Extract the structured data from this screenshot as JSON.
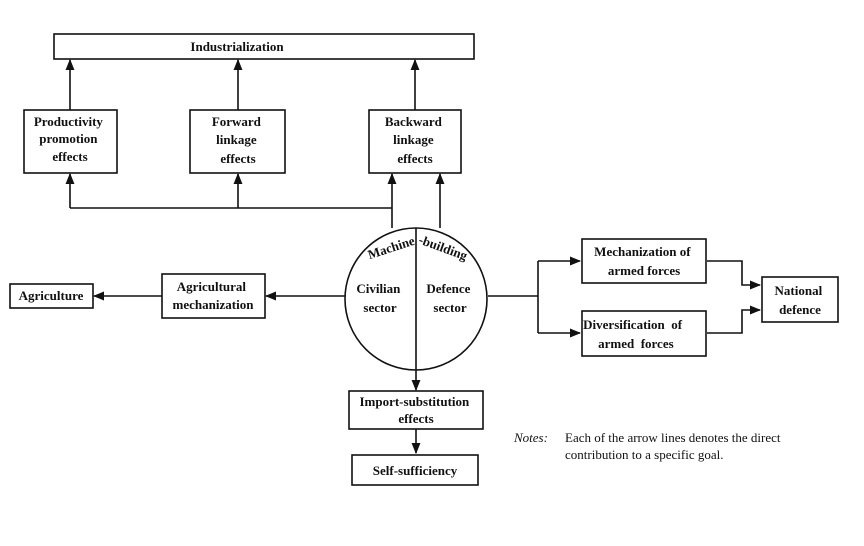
{
  "nodes": {
    "industrialization": {
      "lines": [
        "Industrialization"
      ]
    },
    "productivity": {
      "lines": [
        "Productivity",
        "promotion",
        "effects"
      ]
    },
    "forward": {
      "lines": [
        "Forward",
        "linkage",
        "effects"
      ]
    },
    "backward": {
      "lines": [
        "Backward",
        "linkage",
        "effects"
      ]
    },
    "agriculture": {
      "lines": [
        "Agriculture"
      ]
    },
    "agri_mech": {
      "lines": [
        "Agricultural",
        "mechanization"
      ]
    },
    "circle_top_left": "Machine",
    "circle_top_right": "-building",
    "civilian": {
      "lines": [
        "Civilian",
        "sector"
      ]
    },
    "defence_sector": {
      "lines": [
        "Defence",
        "sector"
      ]
    },
    "mech_armed": {
      "lines": [
        "Mechanization of",
        "armed forces"
      ]
    },
    "div_armed": {
      "lines": [
        "Diversification  of",
        "armed  forces"
      ]
    },
    "national_defence": {
      "lines": [
        "National",
        "defence"
      ]
    },
    "import_sub": {
      "lines": [
        "Import-substitution",
        "effects"
      ]
    },
    "self_suff": {
      "lines": [
        "Self-sufficiency"
      ]
    }
  },
  "notes": {
    "label": "Notes:",
    "line1": "Each of the arrow lines denotes the direct",
    "line2": "contribution to a specific goal."
  }
}
